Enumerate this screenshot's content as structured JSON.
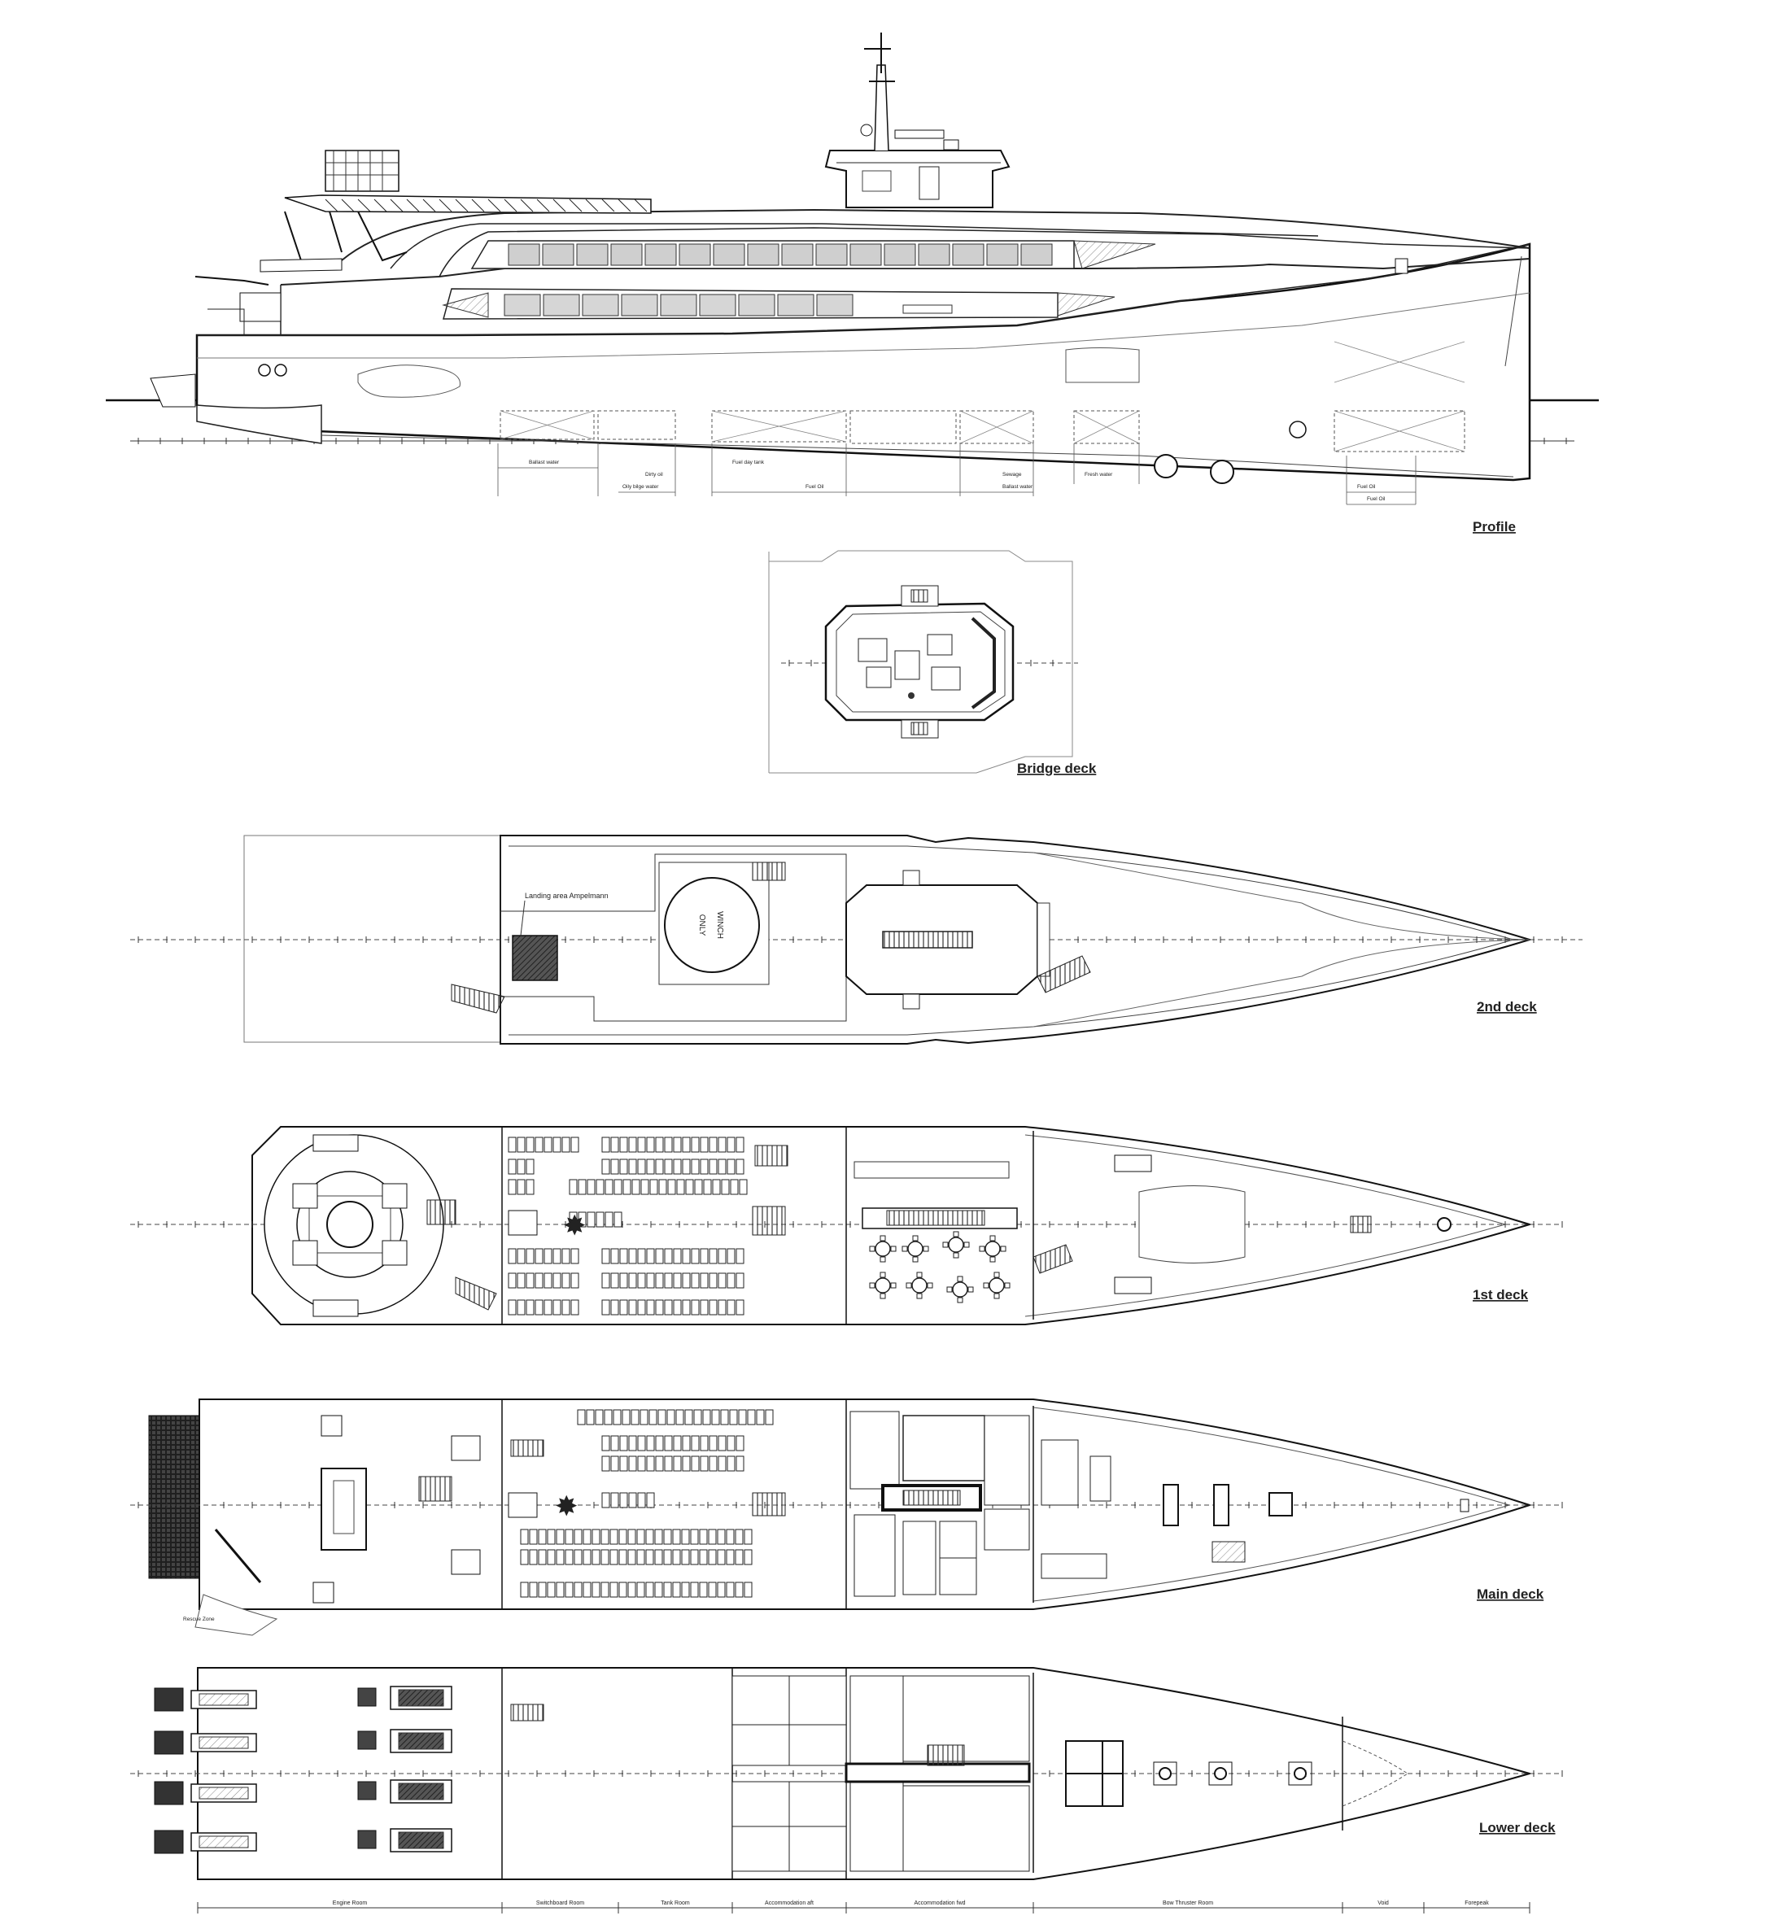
{
  "views": {
    "profile": "Profile",
    "bridge": "Bridge deck",
    "second": "2nd deck",
    "first": "1st deck",
    "main": "Main deck",
    "lower": "Lower deck"
  },
  "tanks": {
    "ballast_aft": "Ballast water",
    "dirty_oil": "Dirty oil",
    "oily_bilge": "Oily bilge water",
    "fuel_day": "Fuel day tank",
    "fuel_oil_1": "Fuel Oil",
    "sewage": "Sewage",
    "ballast_mid": "Ballast water",
    "fresh": "Fresh water",
    "fuel_oil_2": "Fuel Oil",
    "fuel_oil_3": "Fuel Oil"
  },
  "labels": {
    "landing": "Landing area Ampelmann",
    "winch_1": "WINCH",
    "winch_2": "ONLY",
    "rescue": "Rescue Zone"
  },
  "compartments": [
    "Engine Room",
    "Switchboard Room",
    "Tank Room",
    "Accommodation aft",
    "Accommodation fwd",
    "Bow Thruster Room",
    "Void",
    "Forepeak"
  ]
}
